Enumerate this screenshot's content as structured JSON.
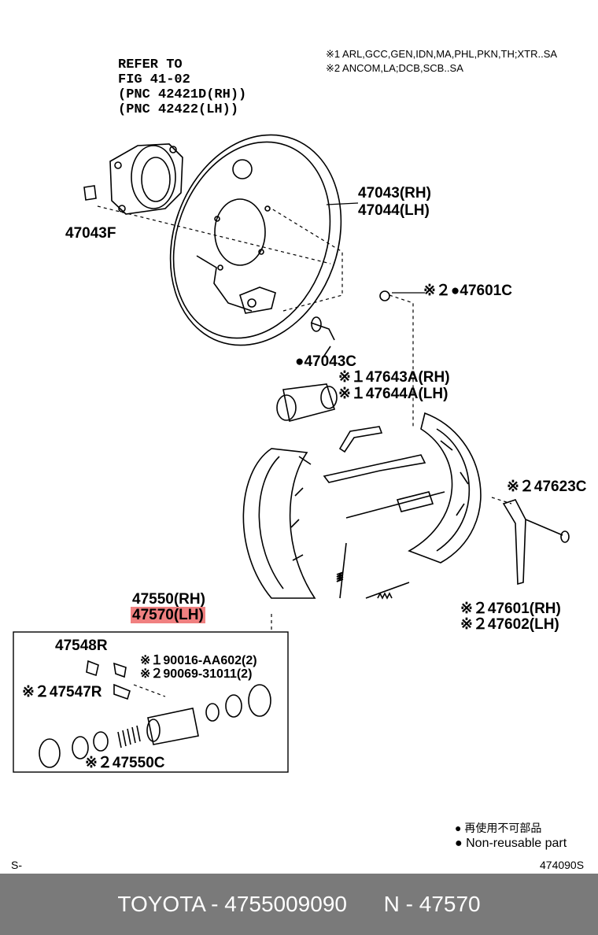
{
  "refer": {
    "line1": "REFER TO",
    "line2": "FIG 41-02",
    "line3": "(PNC 42421D(RH))",
    "line4": "(PNC 42422(LH))"
  },
  "notes": {
    "note1": "※1 ARL,GCC,GEN,IDN,MA,PHL,PKN,TH;XTR..SA",
    "note2": "※2 ANCOM,LA;DCB,SCB..SA"
  },
  "parts": {
    "p47043f": "47043F",
    "p47043rh": "47043(RH)",
    "p47044lh": "47044(LH)",
    "p47043c": "●47043C",
    "p47601c": "※２●47601C",
    "p47643a": "※１47643A(RH)",
    "p47644a": "※１47644A(LH)",
    "p47623c": "※２47623C",
    "p47601rh": "※２47601(RH)",
    "p47602lh": "※２47602(LH)",
    "p47550rh": "47550(RH)",
    "p47570lh": "47570(LH)",
    "p47548r": "47548R",
    "p90016": "※１90016-AA602(2)",
    "p90069": "※２90069-31011(2)",
    "p47547r": "※２47547R",
    "p47550c": "※２47550C"
  },
  "legend": {
    "jp": "● 再使用不可部品",
    "en": "● Non-reusable part"
  },
  "corner": {
    "left": "S-",
    "right": "474090S"
  },
  "footer": {
    "brand_part": "TOYOTA - 4755009090",
    "code": "N - 47570"
  },
  "colors": {
    "highlight": "#f08080",
    "footer_bg": "#7a7a7a"
  }
}
